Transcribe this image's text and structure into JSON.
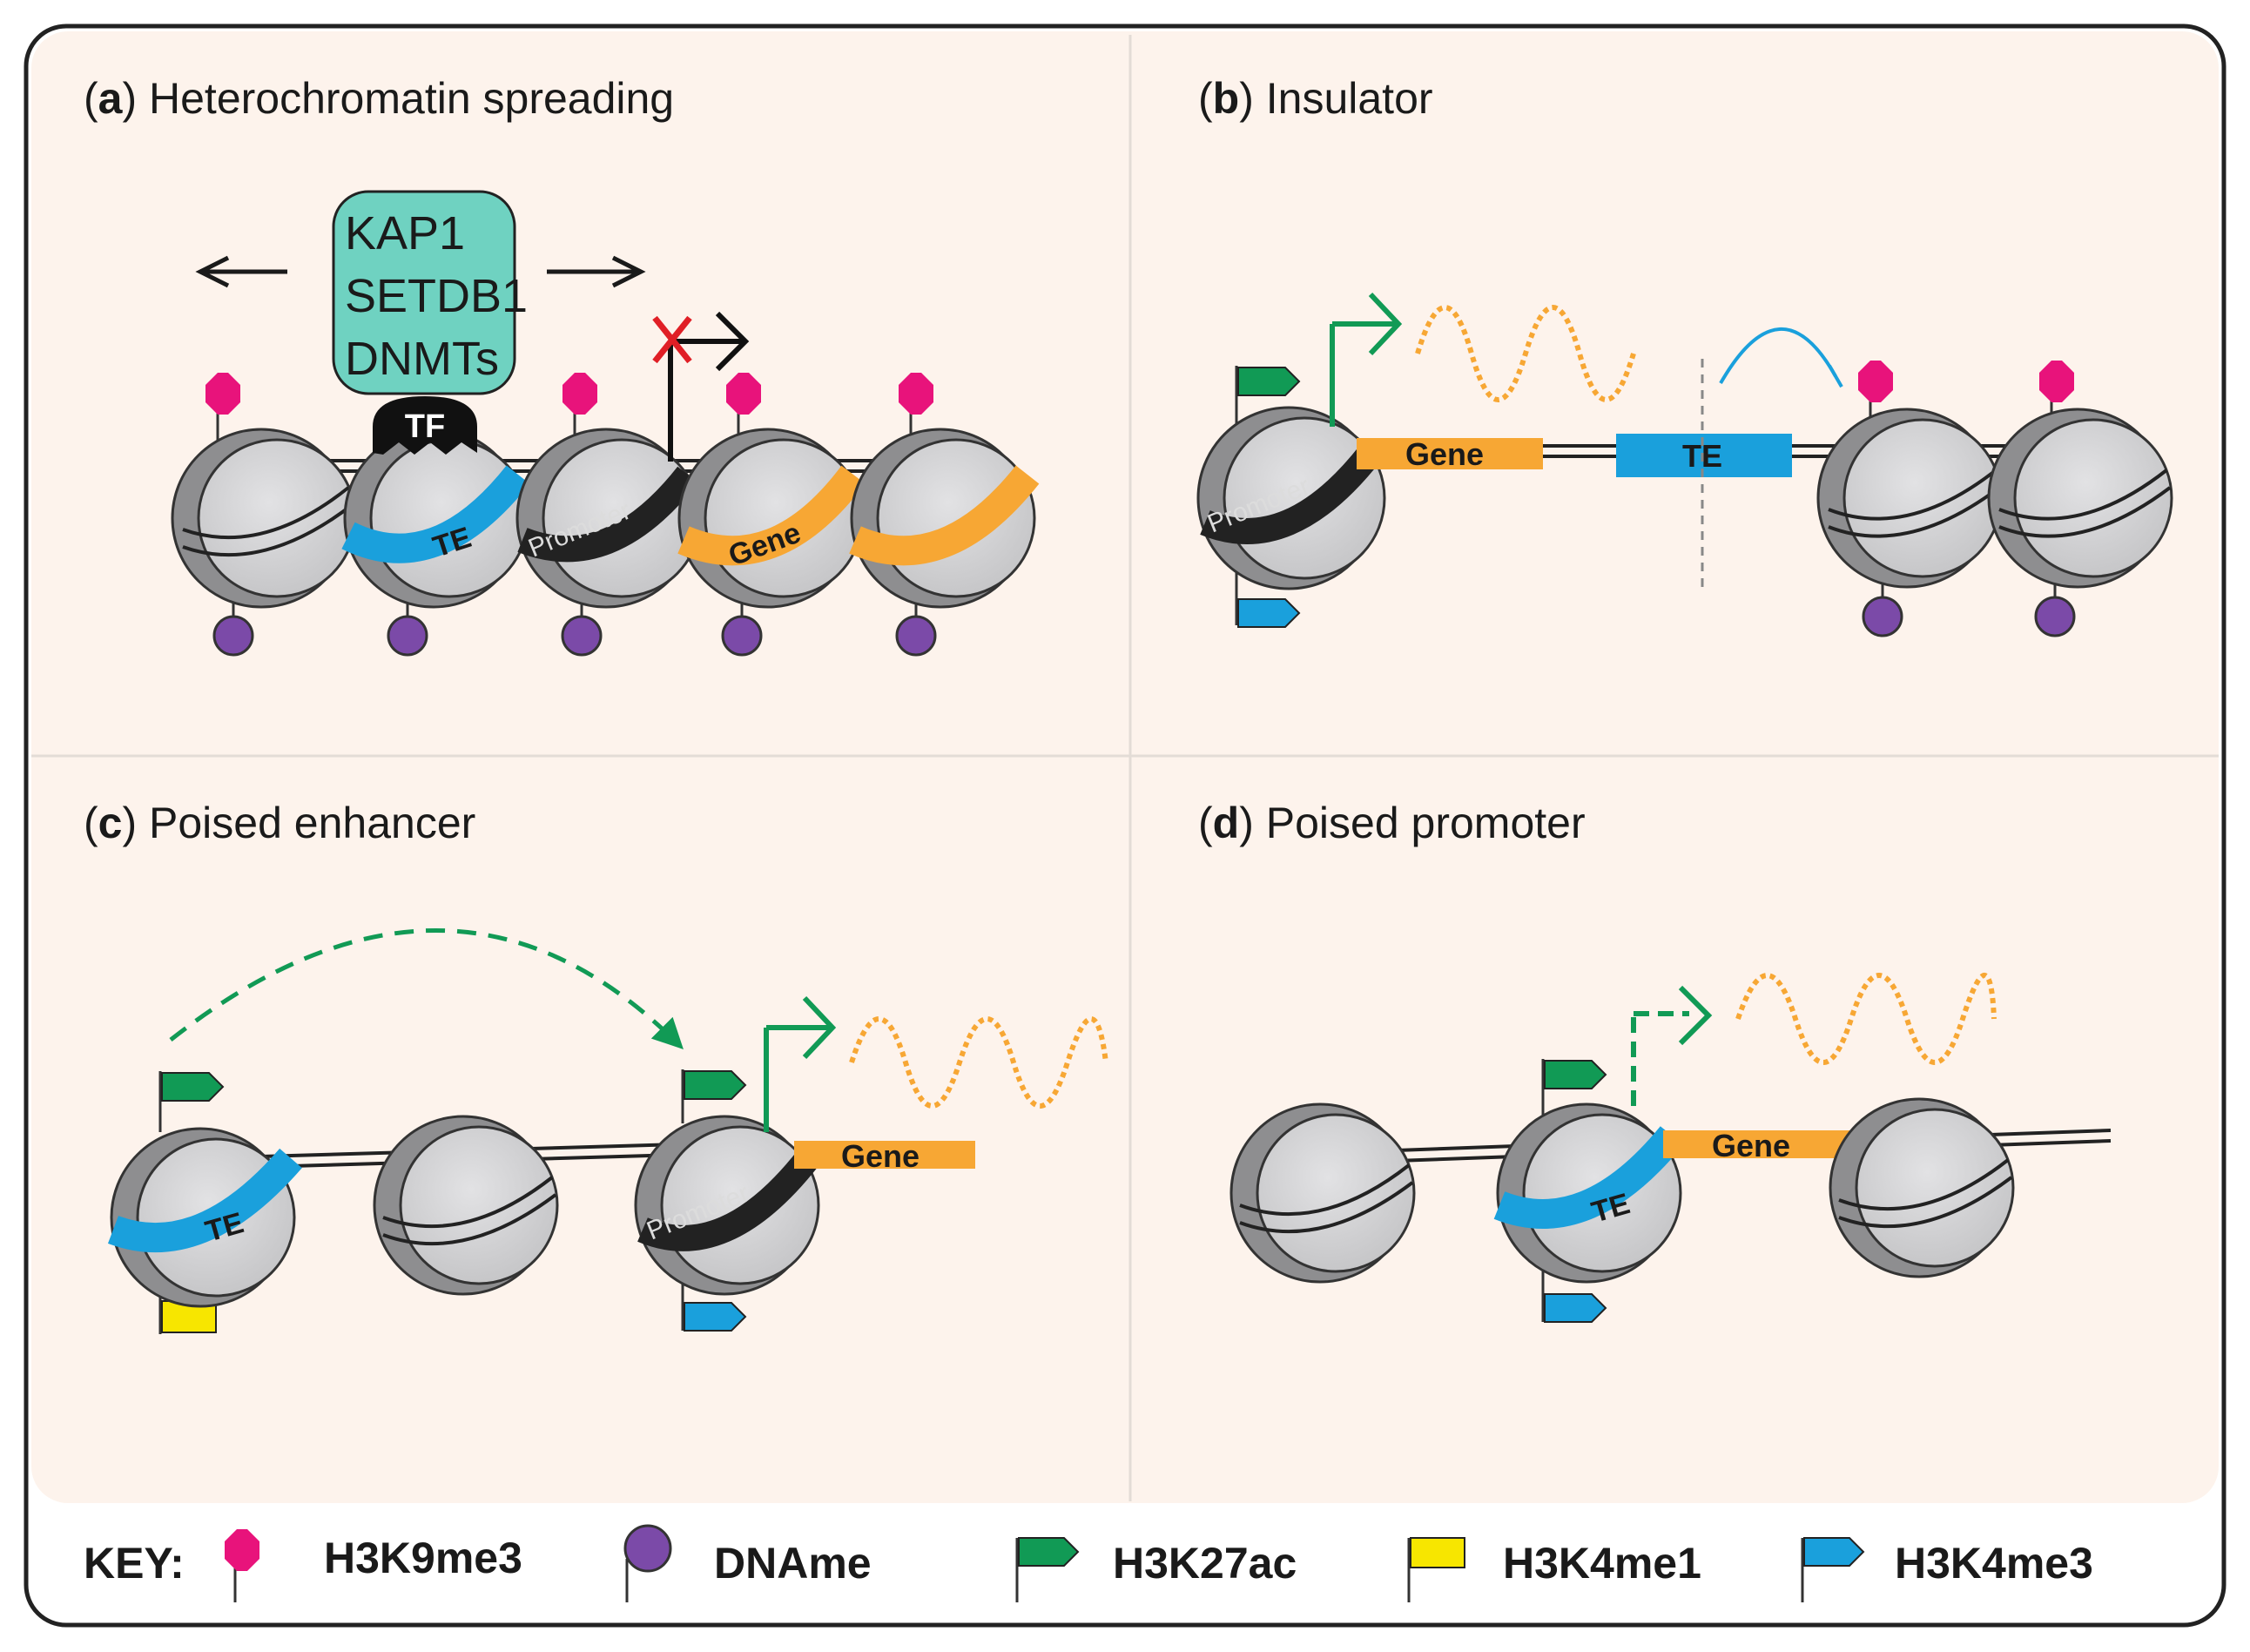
{
  "colors": {
    "panel_bg": "#fdf3ec",
    "frame": "#222222",
    "divider": "#e3dcd6",
    "h3k9me3": "#e8137b",
    "dname": "#7b4aa8",
    "h3k27ac": "#119a55",
    "h3k4me1": "#f7e600",
    "h3k4me3": "#1aa0dc",
    "te": "#1aa0dc",
    "gene": "#f7a734",
    "complex": "#6fd2c1",
    "transcript": "#f7a734",
    "repress_x": "#e01f26"
  },
  "panels": {
    "a": {
      "letter": "a",
      "title": "Heterochromatin spreading"
    },
    "b": {
      "letter": "b",
      "title": "Insulator"
    },
    "c": {
      "letter": "c",
      "title": "Poised enhancer"
    },
    "d": {
      "letter": "d",
      "title": "Poised promoter"
    }
  },
  "complex": {
    "lines": [
      "KAP1",
      "SETDB1",
      "DNMTs"
    ],
    "tf": "TF"
  },
  "labels": {
    "te": "TE",
    "gene": "Gene",
    "promoter": "Promoter"
  },
  "key": {
    "title": "KEY:",
    "items": [
      {
        "name": "H3K9me3",
        "icon": "octagon-flag-icon"
      },
      {
        "name": "DNAme",
        "icon": "circle-lollipop-icon"
      },
      {
        "name": "H3K27ac",
        "icon": "green-flag-icon"
      },
      {
        "name": "H3K4me1",
        "icon": "yellow-flag-icon"
      },
      {
        "name": "H3K4me3",
        "icon": "blue-flag-icon"
      }
    ]
  }
}
